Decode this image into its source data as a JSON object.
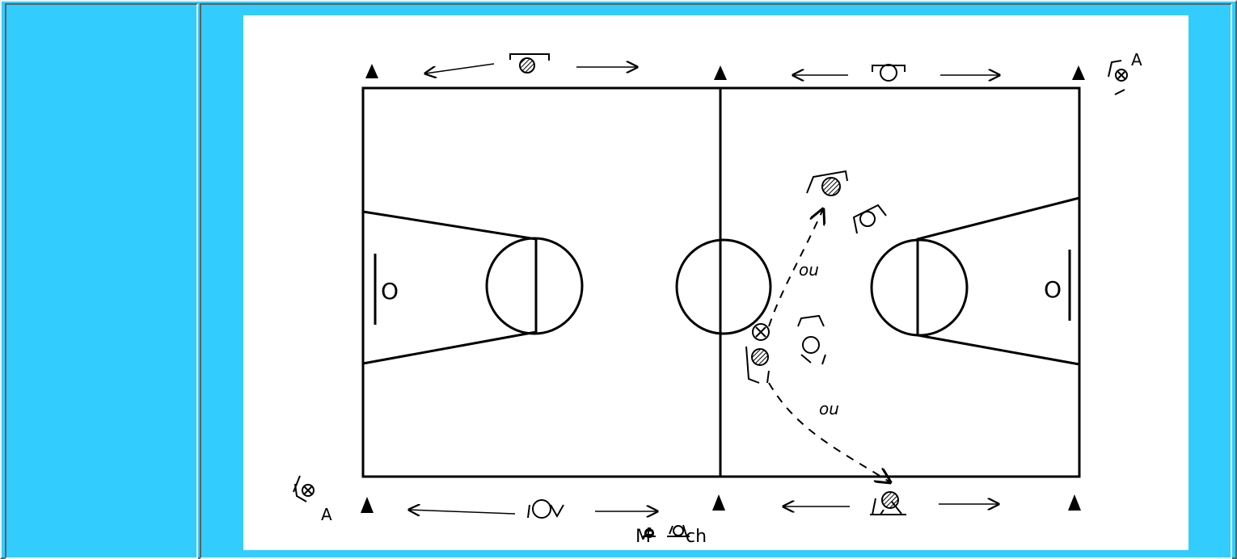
{
  "diagram": {
    "label_A_top_right": "A",
    "label_A_bottom_left": "A",
    "label_ou_upper": "ou",
    "label_ou_lower": "ou",
    "label_free_throw_left": "O",
    "label_free_throw_right": "O",
    "legend_letter_m": "M",
    "legend_suffix": "ch"
  },
  "colors": {
    "background": "#33ccff",
    "ink": "#000000",
    "paper": "#ffffff"
  }
}
